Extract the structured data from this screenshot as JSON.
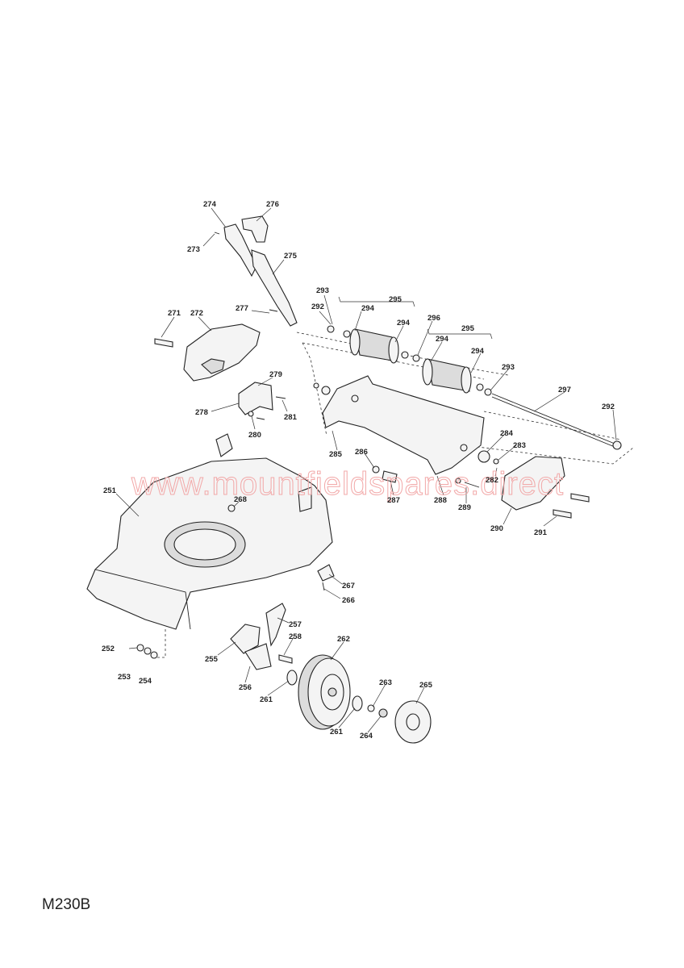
{
  "diagram_code": "M230B",
  "watermark": "www.mountfieldspares.direct",
  "callouts": {
    "c251": "251",
    "c252": "252",
    "c253": "253",
    "c254": "254",
    "c255": "255",
    "c256": "256",
    "c257": "257",
    "c258": "258",
    "c261a": "261",
    "c261b": "261",
    "c262": "262",
    "c263": "263",
    "c264": "264",
    "c265": "265",
    "c266": "266",
    "c267": "267",
    "c268": "268",
    "c271": "271",
    "c272": "272",
    "c273": "273",
    "c274": "274",
    "c275": "275",
    "c276": "276",
    "c277": "277",
    "c278": "278",
    "c279": "279",
    "c280": "280",
    "c281": "281",
    "c282": "282",
    "c283": "283",
    "c284": "284",
    "c285": "285",
    "c286": "286",
    "c287": "287",
    "c288": "288",
    "c289": "289",
    "c290": "290",
    "c291": "291",
    "c292a": "292",
    "c292b": "292",
    "c293a": "293",
    "c293b": "293",
    "c294a": "294",
    "c294b": "294",
    "c294c": "294",
    "c294d": "294",
    "c295a": "295",
    "c295b": "295",
    "c296": "296",
    "c297": "297"
  }
}
